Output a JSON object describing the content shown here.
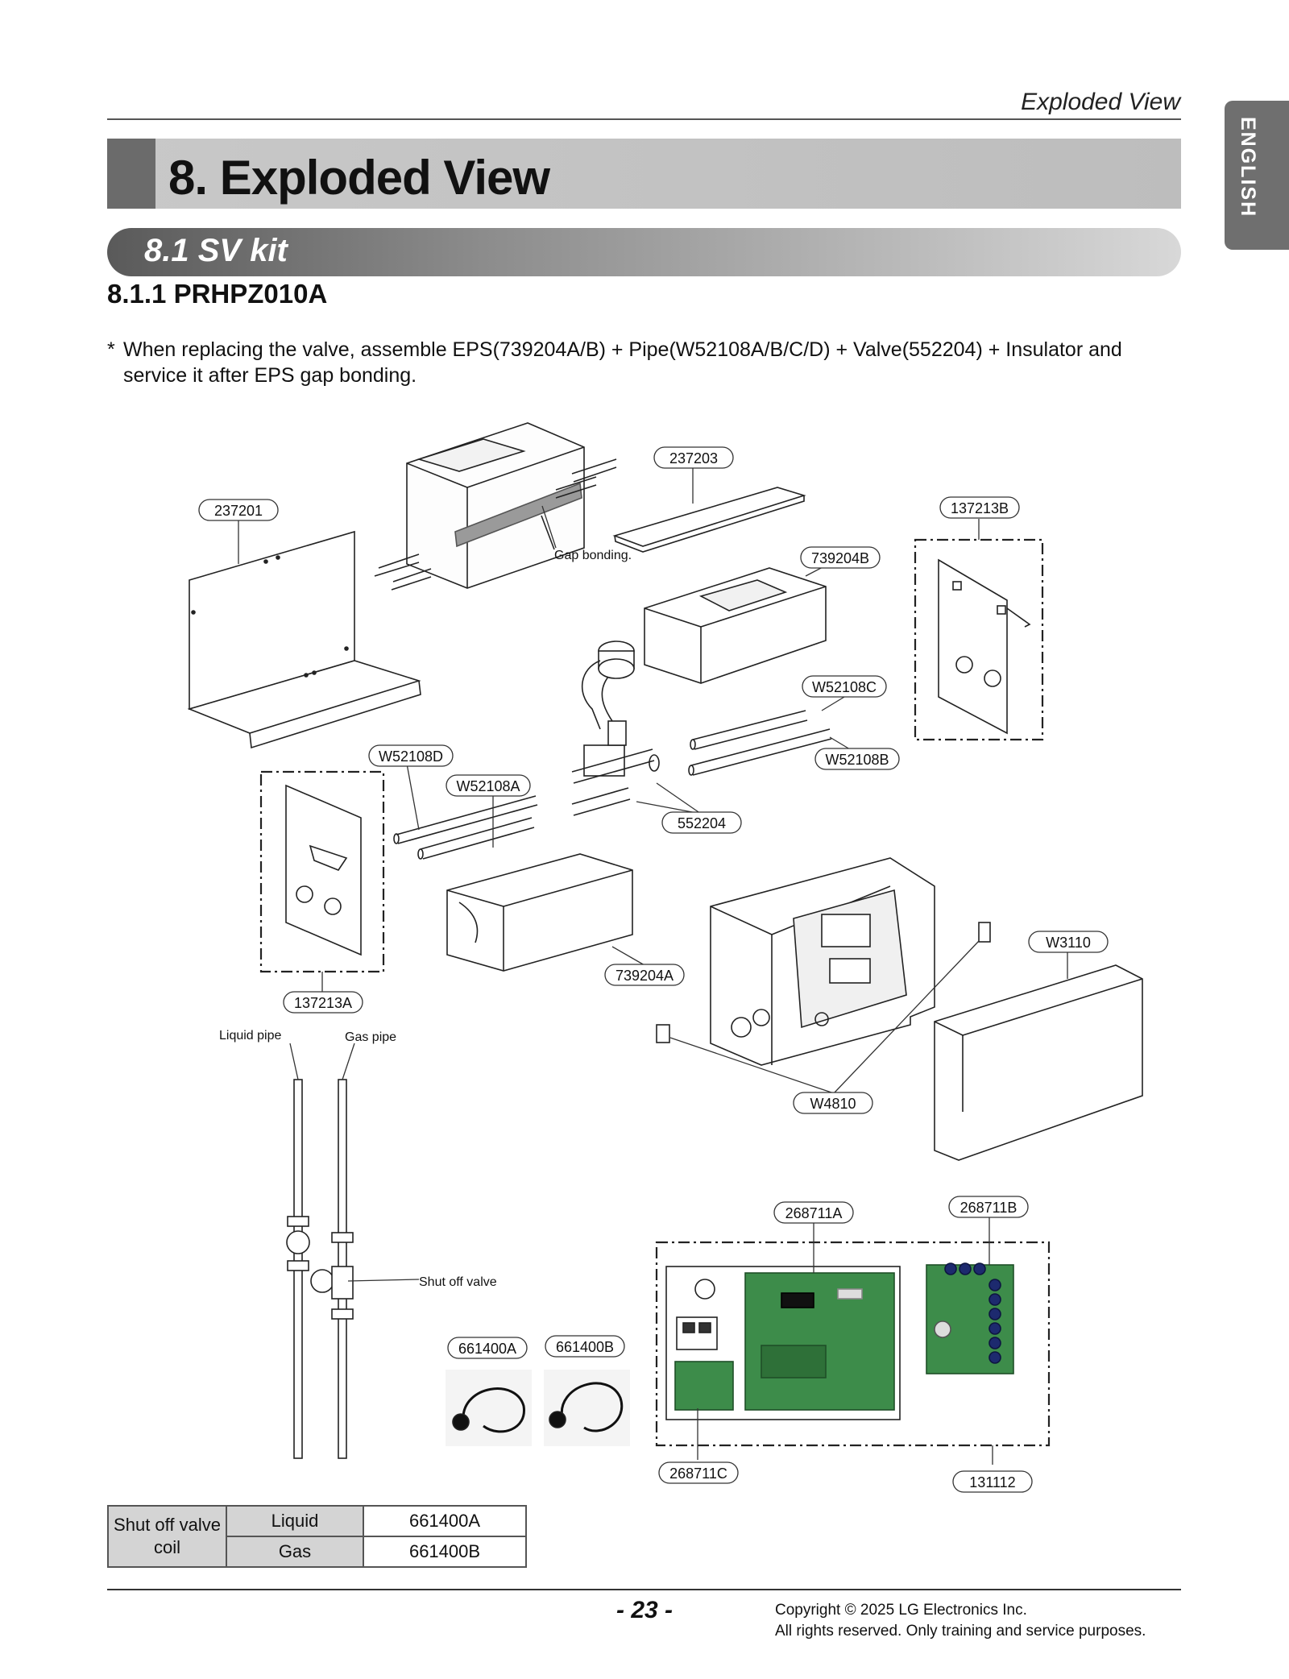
{
  "header": {
    "running_title": "Exploded View",
    "language_tab": "ENGLISH"
  },
  "section": {
    "title": "8. Exploded View",
    "subtitle": "8.1  SV kit",
    "model": "8.1.1 PRHPZ010A"
  },
  "note": {
    "marker": "*",
    "text": "When replacing the valve, assemble EPS(739204A/B) + Pipe(W52108A/B/C/D) + Valve(552204) + Insulator and service it after EPS gap bonding."
  },
  "diagram": {
    "annotations": {
      "gap_bonding": "Gap bonding.",
      "liquid_pipe": "Liquid pipe",
      "gas_pipe": "Gas pipe",
      "shut_off_valve": "Shut off valve"
    },
    "part_labels": {
      "p237201": "237201",
      "p237203": "237203",
      "p137213B": "137213B",
      "p739204B": "739204B",
      "pW52108C": "W52108C",
      "pW52108B": "W52108B",
      "pW52108D": "W52108D",
      "pW52108A": "W52108A",
      "p552204": "552204",
      "p739204A": "739204A",
      "p137213A": "137213A",
      "pW3110": "W3110",
      "pW4810": "W4810",
      "p268711A": "268711A",
      "p268711B": "268711B",
      "p661400A": "661400A",
      "p661400B": "661400B",
      "p268711C": "268711C",
      "p131112": "131112"
    }
  },
  "coil_table": {
    "group_label": "Shut off valve coil",
    "rows": [
      {
        "type": "Liquid",
        "part": "661400A"
      },
      {
        "type": "Gas",
        "part": "661400B"
      }
    ]
  },
  "footer": {
    "page_number": "- 23 -",
    "copyright": "Copyright © 2025 LG Electronics Inc.",
    "rights": "All rights reserved. Only training and service purposes."
  }
}
